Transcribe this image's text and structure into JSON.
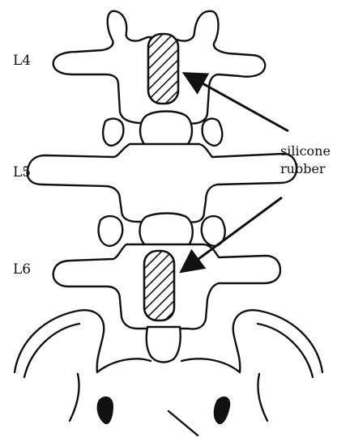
{
  "labels": {
    "l4": "L4",
    "l5": "L5",
    "l6": "L6",
    "callout_line1": "silicone",
    "callout_line2": "rubber"
  },
  "colors": {
    "ink": "#111111",
    "background": "#ffffff"
  }
}
